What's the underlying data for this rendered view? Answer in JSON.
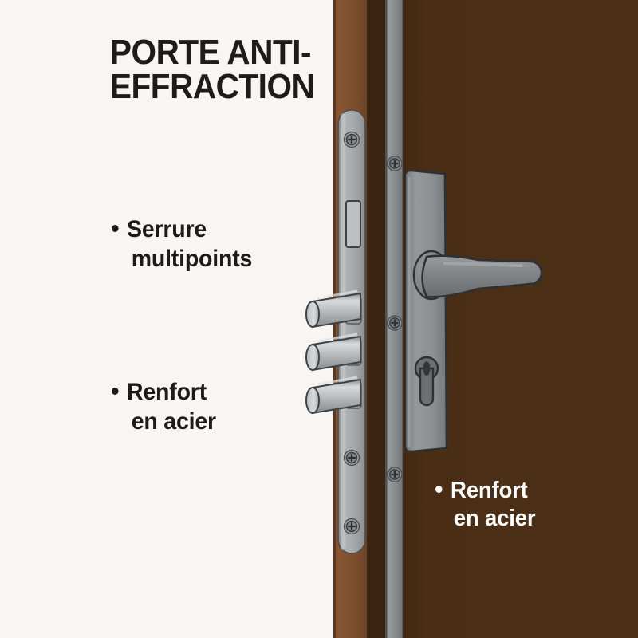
{
  "illustration": {
    "title": "PORTE ANTI-EFFRACTION",
    "title_line1": "PORTE ANTI-",
    "title_line2": "EFFRACTION",
    "subject": "security-door-cutaway",
    "background_color": "#f8f5f2",
    "text_color_light_bg": "#1d1c1b",
    "text_color_dark_bg": "#ffffff"
  },
  "annotations": [
    {
      "id": "serrure-multipoints",
      "bullet": "•",
      "line1": "Serrure",
      "line2": "multipoints",
      "on_background": "light"
    },
    {
      "id": "renfort-en-acier-left",
      "bullet": "•",
      "line1": "Renfort",
      "line2": "en acier",
      "on_background": "light"
    },
    {
      "id": "renfort-en-acier-door",
      "bullet": "•",
      "line1": "Renfort",
      "line2": "en acier",
      "on_background": "dark"
    }
  ],
  "parts": {
    "door_face": {
      "label": "door-face",
      "color": "#4a2d15"
    },
    "door_jamb": {
      "label": "door-frame-jamb",
      "color": "#7d4f2e"
    },
    "door_edge_dark": {
      "label": "door-edge-shadow",
      "color": "#3b2311"
    },
    "steel_strip": {
      "label": "steel-reinforcement-strip",
      "color": "#8b8e91"
    },
    "strike_plate": {
      "label": "strike-plate",
      "color": "#a8abae"
    },
    "escutcheon": {
      "label": "handle-escutcheon-plate",
      "color": "#8a8d90"
    },
    "handle": {
      "label": "lever-handle",
      "color": "#7d8083"
    },
    "bolts": {
      "label": "locking-bolts",
      "count": 3,
      "color": "#b9bcbe"
    },
    "cylinder": {
      "label": "euro-profile-cylinder",
      "color": "#6d7073"
    },
    "screws": {
      "label": "phillips-screws",
      "count": 6,
      "color": "#6f7275"
    },
    "latch_opening": {
      "label": "latch-opening",
      "color": "#bcc0c2"
    }
  }
}
